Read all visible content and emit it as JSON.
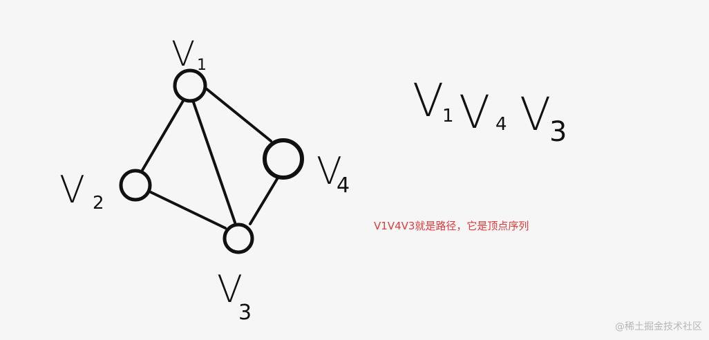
{
  "diagram": {
    "vertices": [
      {
        "id": "v1",
        "label": "V",
        "sub": "1"
      },
      {
        "id": "v2",
        "label": "V",
        "sub": "2"
      },
      {
        "id": "v3",
        "label": "V",
        "sub": "3"
      },
      {
        "id": "v4",
        "label": "V",
        "sub": "4"
      }
    ],
    "edges": [
      [
        "v1",
        "v2"
      ],
      [
        "v1",
        "v3"
      ],
      [
        "v1",
        "v4"
      ],
      [
        "v2",
        "v3"
      ],
      [
        "v3",
        "v4"
      ]
    ],
    "path": {
      "v1": "V",
      "s1": "1",
      "v2": "V",
      "s2": "4",
      "v3": "V",
      "s3": "3"
    }
  },
  "note": "V1V4V3就是路径，它是顶点序列",
  "watermark": "@稀土掘金技术社区",
  "colors": {
    "ink": "#111111",
    "note": "#e0393a",
    "watermark": "#b7b7b7",
    "background": "#f6f6f6"
  }
}
